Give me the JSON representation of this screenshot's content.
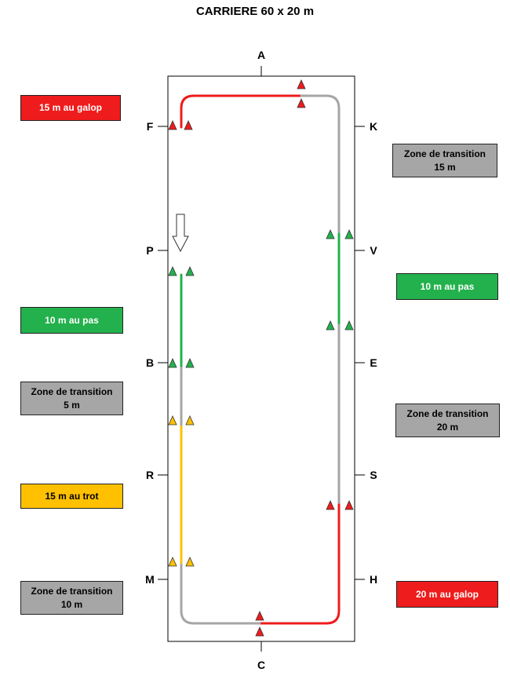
{
  "title": "CARRIERE 60 x 20 m",
  "letters": {
    "A": "A",
    "C": "C",
    "F": "F",
    "P": "P",
    "B": "B",
    "R": "R",
    "M": "M",
    "K": "K",
    "V": "V",
    "E": "E",
    "S": "S",
    "H": "H"
  },
  "labels": {
    "gallop_15": {
      "line1": "15 m au galop",
      "line2": ""
    },
    "walk_10_left": {
      "line1": "10 m au pas",
      "line2": ""
    },
    "transition_5": {
      "line1": "Zone de transition",
      "line2": "5 m"
    },
    "trot_15": {
      "line1": "15 m au trot",
      "line2": ""
    },
    "transition_10": {
      "line1": "Zone de transition",
      "line2": "10 m"
    },
    "transition_15": {
      "line1": "Zone de transition",
      "line2": "15 m"
    },
    "walk_10_right": {
      "line1": "10 m au pas",
      "line2": ""
    },
    "transition_20": {
      "line1": "Zone de transition",
      "line2": "20 m"
    },
    "gallop_20": {
      "line1": "20 m au galop",
      "line2": ""
    }
  },
  "colors": {
    "gallop": "#ee1c1c",
    "walk": "#22b14c",
    "trot": "#ffc000",
    "transition": "#a6a6a6",
    "border": "#000000"
  },
  "icons": {
    "direction": "down-arrow-icon",
    "marker": "triangle-cone-icon"
  }
}
